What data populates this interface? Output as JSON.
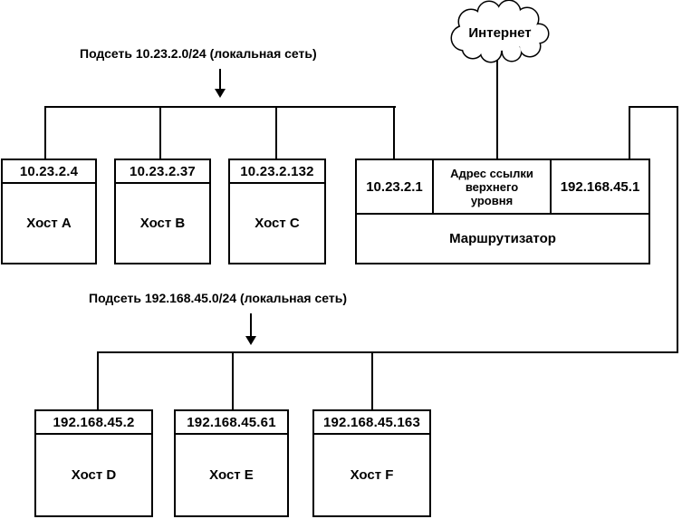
{
  "diagram": {
    "internet": {
      "label": "Интернет"
    },
    "subnet1": {
      "label": "Подсеть 10.23.2.0/24 (локальная сеть)"
    },
    "subnet2": {
      "label": "Подсеть 192.168.45.0/24 (локальная сеть)"
    },
    "router": {
      "lan1_ip": "10.23.2.1",
      "uplink_label": "Адрес ссылки верхнего уровня",
      "lan2_ip": "192.168.45.1",
      "name": "Маршрутизатор"
    },
    "subnet1_hosts": [
      {
        "ip": "10.23.2.4",
        "name": "Хост A"
      },
      {
        "ip": "10.23.2.37",
        "name": "Хост B"
      },
      {
        "ip": "10.23.2.132",
        "name": "Хост C"
      }
    ],
    "subnet2_hosts": [
      {
        "ip": "192.168.45.2",
        "name": "Хост D"
      },
      {
        "ip": "192.168.45.61",
        "name": "Хост E"
      },
      {
        "ip": "192.168.45.163",
        "name": "Хост F"
      }
    ],
    "colors": {
      "line": "#000000",
      "background": "#ffffff",
      "text": "#000000"
    }
  }
}
